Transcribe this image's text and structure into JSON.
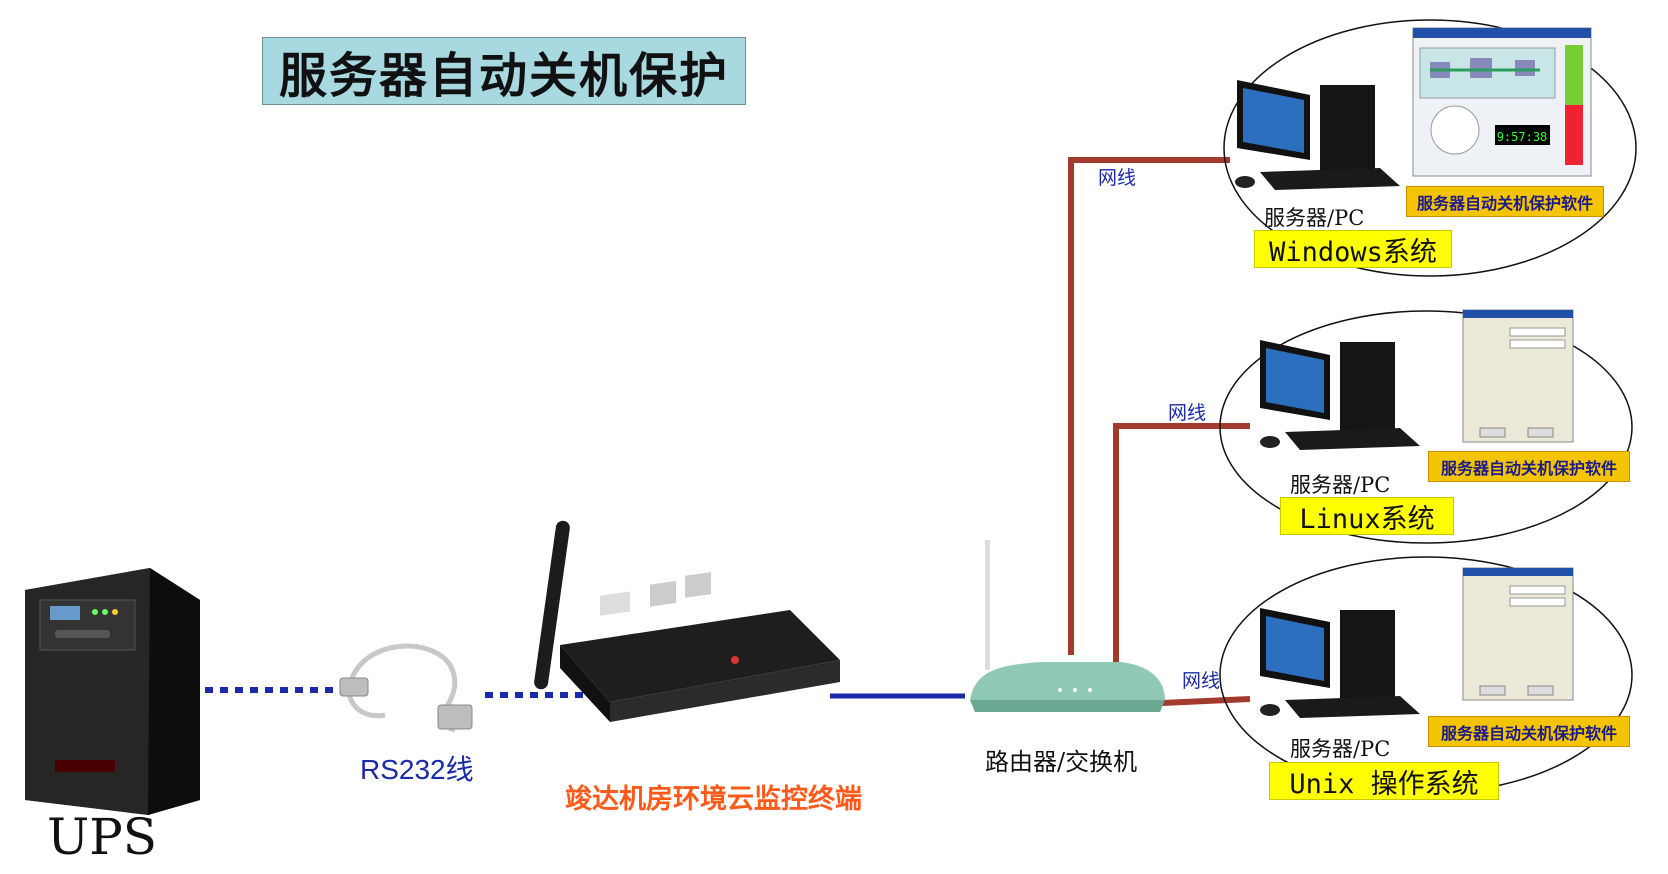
{
  "title": "服务器自动关机保护",
  "ups": {
    "label": "UPS"
  },
  "cable": {
    "label": "RS232线"
  },
  "terminal": {
    "label": "竣达机房环境云监控终端"
  },
  "router": {
    "label": "路由器/交换机"
  },
  "network_label": "网线",
  "servers": [
    {
      "pc_label": "服务器/PC",
      "os_label": "Windows系统",
      "software_label": "服务器自动关机保护软件",
      "clock_text": "9:57:38"
    },
    {
      "pc_label": "服务器/PC",
      "os_label": "Linux系统",
      "software_label": "服务器自动关机保护软件"
    },
    {
      "pc_label": "服务器/PC",
      "os_label": "Unix 操作系统",
      "software_label": "服务器自动关机保护软件"
    }
  ],
  "colors": {
    "title_bg": "#a8d8e0",
    "serial_line": "#1a2aa8",
    "lan_line": "#a33a2e",
    "terminal_text": "#ff5a1a",
    "os_box": "#ffff00",
    "software_box": "#f5c400"
  }
}
